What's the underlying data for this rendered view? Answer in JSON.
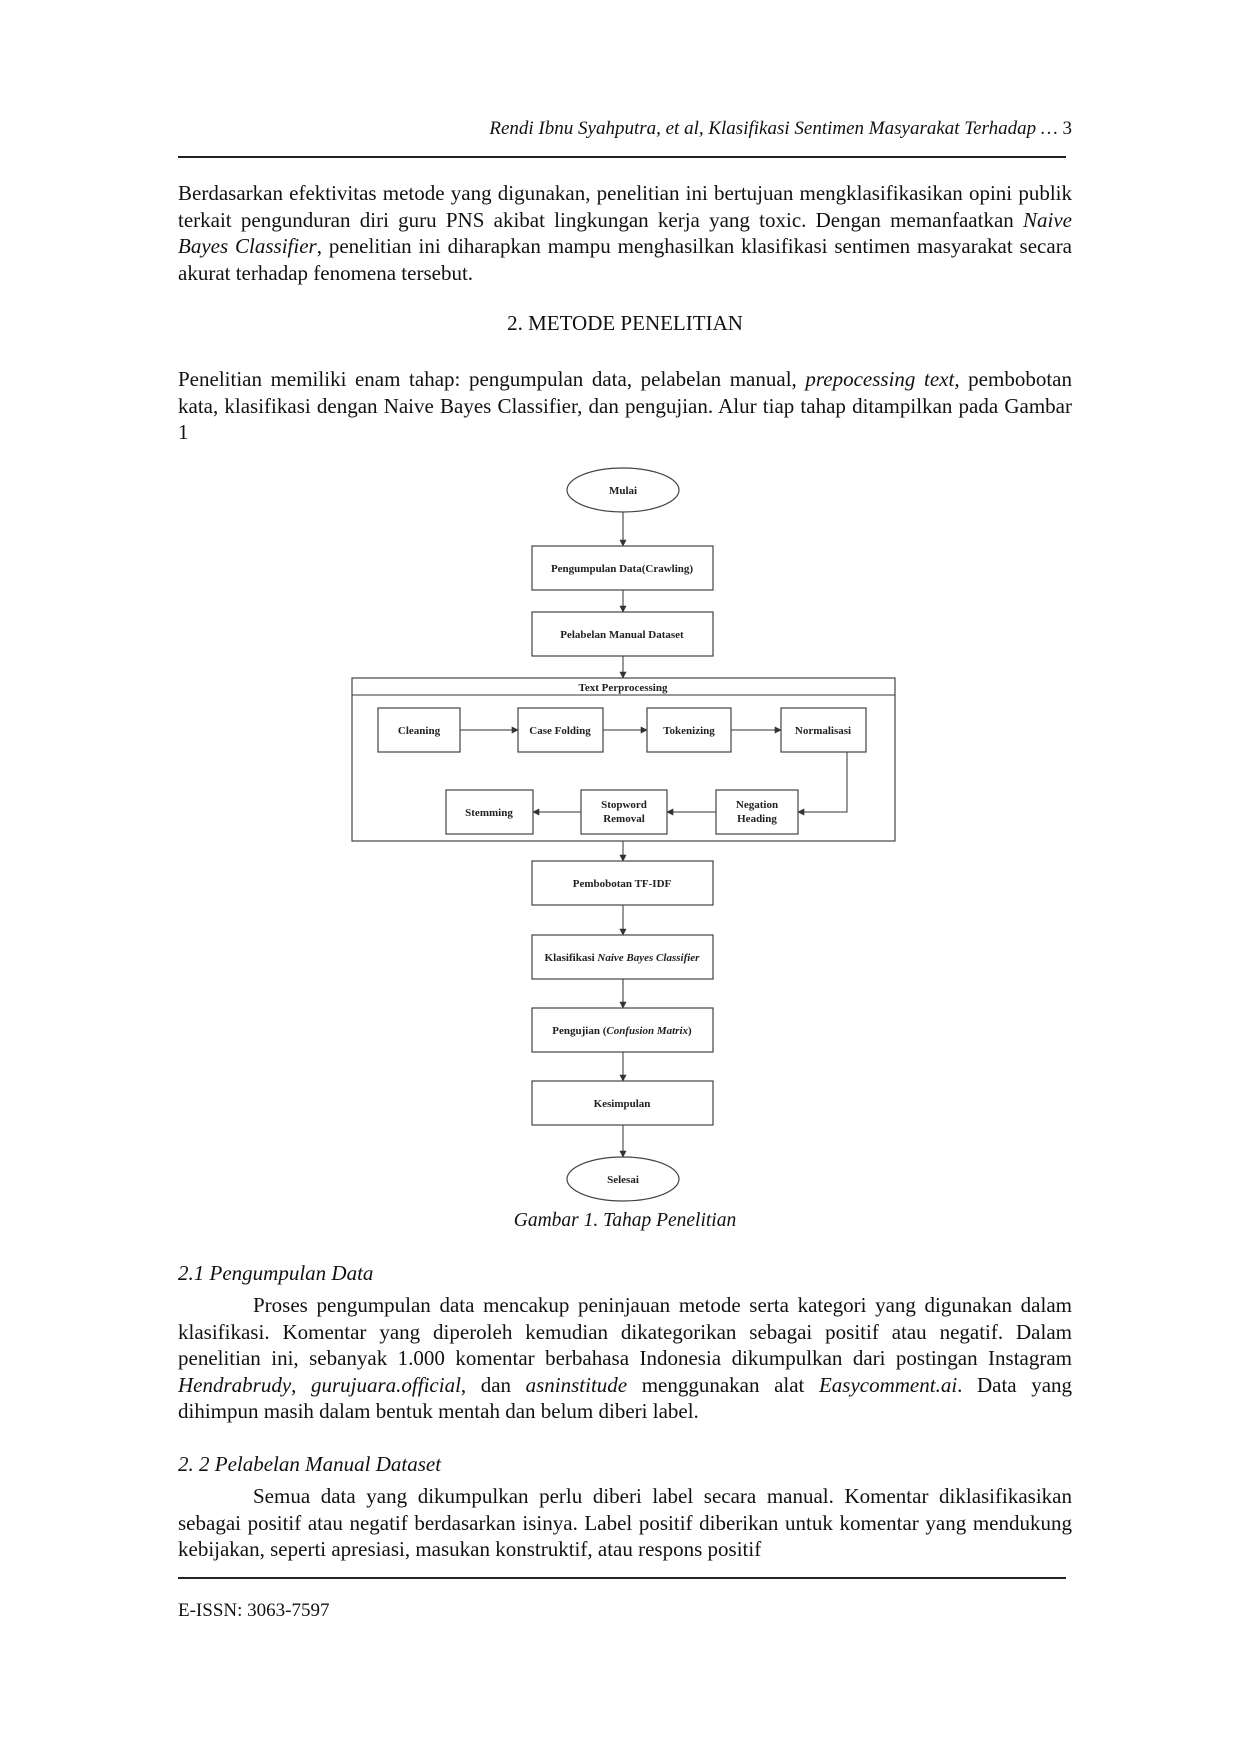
{
  "header": {
    "running_title": "Rendi Ibnu Syahputra, et al, Klasifikasi Sentimen Masyarakat Terhadap …",
    "page_number": "3"
  },
  "intro": {
    "p1_before": "Berdasarkan efektivitas metode yang digunakan, penelitian ini bertujuan mengklasifikasikan opini publik terkait pengunduran diri guru PNS akibat lingkungan kerja yang toxic. Dengan memanfaatkan ",
    "p1_em": "Naive Bayes Classifier",
    "p1_after": ", penelitian ini diharapkan mampu menghasilkan klasifikasi sentimen masyarakat secara akurat terhadap fenomena tersebut."
  },
  "section": {
    "heading": "2. METODE PENELITIAN",
    "p_before": "Penelitian memiliki enam tahap: pengumpulan data, pelabelan manual, ",
    "p_em": "prepocessing text,",
    "p_after": " pembobotan kata, klasifikasi dengan Naive Bayes Classifier, dan pengujian. Alur tiap tahap ditampilkan pada Gambar 1"
  },
  "flowchart": {
    "start": "Mulai",
    "crawling": "Pengumpulan Data(Crawling)",
    "labeling": "Pelabelan Manual Dataset",
    "group_title": "Text Perprocessing",
    "cleaning": "Cleaning",
    "case_folding": "Case Folding",
    "tokenizing": "Tokenizing",
    "normalisasi": "Normalisasi",
    "negation_l1": "Negation",
    "negation_l2": "Heading",
    "stopword_l1": "Stopword",
    "stopword_l2": "Removal",
    "stemming": "Stemming",
    "tfidf": "Pembobotan TF-IDF",
    "klas_prefix": "Klasifikasi ",
    "klas_em": "Naive Bayes Classifier",
    "uji_prefix": "Pengujian (",
    "uji_em": "Confusion Matrix",
    "uji_suffix": ")",
    "kesimpulan": "Kesimpulan",
    "end": "Selesai"
  },
  "caption": "Gambar 1. Tahap Penelitian",
  "sub21": {
    "heading": "2.1 Pengumpulan Data",
    "t1": "Proses pengumpulan data mencakup peninjauan metode serta kategori yang digunakan dalam klasifikasi. Komentar yang diperoleh kemudian dikategorikan sebagai positif atau negatif. Dalam penelitian ini, sebanyak 1.000 komentar berbahasa Indonesia dikumpulkan dari postingan Instagram ",
    "em1": "Hendrabrudy",
    "t2": ", ",
    "em2": "gurujuara.official",
    "t3": ", dan ",
    "em3": "asninstitude",
    "t4": " menggunakan alat ",
    "em4": "Easycomment.ai",
    "t5": ". Data yang dihimpun masih dalam bentuk mentah dan belum diberi label."
  },
  "sub22": {
    "heading": "2. 2 Pelabelan Manual Dataset",
    "text": "Semua data yang dikumpulkan perlu diberi label secara manual. Komentar diklasifikasikan sebagai positif atau negatif berdasarkan isinya. Label positif diberikan untuk komentar yang mendukung kebijakan, seperti apresiasi, masukan konstruktif, atau respons positif"
  },
  "footer": {
    "issn": "E-ISSN: 3063-7597"
  }
}
